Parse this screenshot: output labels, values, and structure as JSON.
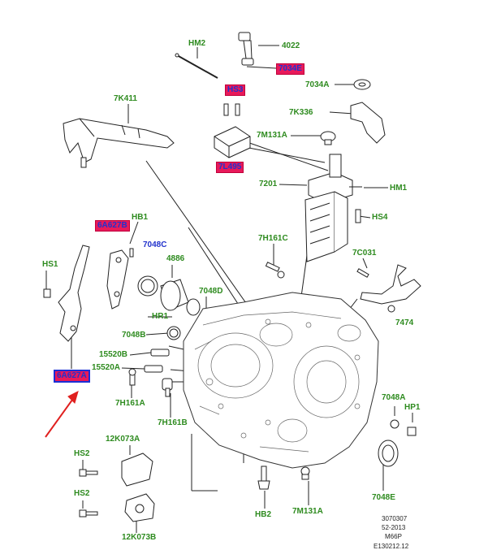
{
  "labels": {
    "hm2": "HM2",
    "p4022": "4022",
    "p7034e": "7034E",
    "hs3": "HS3",
    "p7l495": "7L495",
    "p7k411": "7K411",
    "p7034a": "7034A",
    "p7k336": "7K336",
    "p7m131a_top": "7M131A",
    "p7201": "7201",
    "hm1": "HM1",
    "hs4": "HS4",
    "p6a627b": "6A627B",
    "hb1": "HB1",
    "p7048c": "7048C",
    "hs1": "HS1",
    "p4886": "4886",
    "p7h161c": "7H161C",
    "p7c031": "7C031",
    "p7048d": "7048D",
    "hr1": "HR1",
    "p7048b": "7048B",
    "p7474": "7474",
    "p15520b": "15520B",
    "p15520a": "15520A",
    "p6a627a": "6A627A",
    "p7h161a": "7H161A",
    "p7h161b": "7H161B",
    "p7048a": "7048A",
    "hp1": "HP1",
    "p12k073a": "12K073A",
    "hs2_top": "HS2",
    "hs2_bottom": "HS2",
    "hb2": "HB2",
    "p7m131a_bottom": "7M131A",
    "p7048e": "7048E",
    "p12k073b": "12K073B"
  },
  "meta": {
    "line1": "3070307",
    "line2": "52-2013",
    "line3": "M66P",
    "line4": "E130212.12"
  },
  "colors": {
    "label_green": "#2e8b1f",
    "label_blue": "#2233cc",
    "highlight": "#e8195a",
    "arrow": "#e0201f"
  }
}
